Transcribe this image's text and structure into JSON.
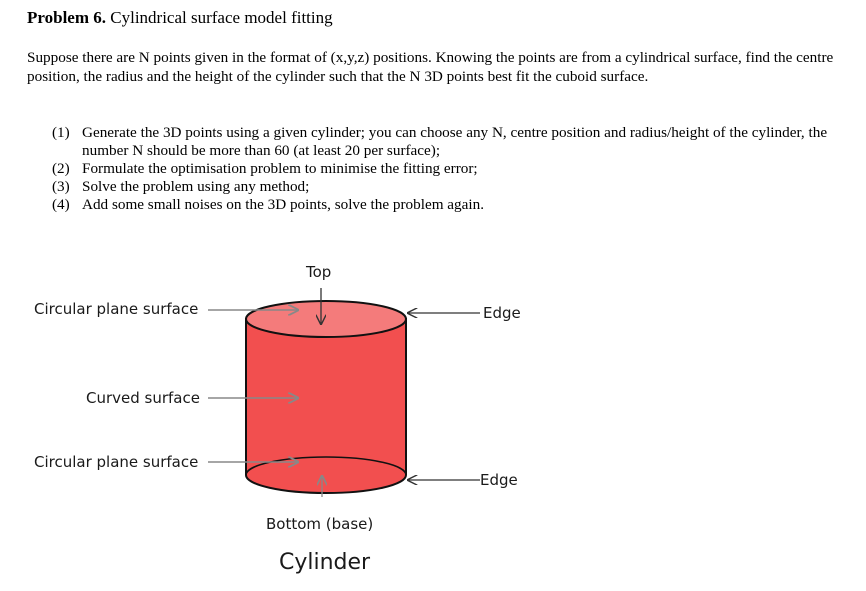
{
  "problem": {
    "number_label": "Problem 6.",
    "title": "Cylindrical surface model fitting"
  },
  "intro": "Suppose there are N points given in the format of (x,y,z) positions. Knowing the points are from a cylindrical surface, find the centre position, the radius and the height of the cylinder such that the N 3D points best fit the cuboid surface.",
  "steps": [
    {
      "num": "(1)",
      "text": "Generate the 3D points using a given cylinder; you can choose any N, centre position and radius/height of the cylinder, the number N should be more than 60 (at least 20 per surface);"
    },
    {
      "num": "(2)",
      "text": "Formulate the optimisation problem to minimise the fitting error;"
    },
    {
      "num": "(3)",
      "text": "Solve the problem using any method;"
    },
    {
      "num": "(4)",
      "text": "Add some small noises on the 3D points, solve the problem again."
    }
  ],
  "diagram": {
    "labels": {
      "top": "Top",
      "circular_top": "Circular plane surface",
      "curved": "Curved surface",
      "circular_bottom": "Circular plane surface",
      "edge_top": "Edge",
      "edge_bottom": "Edge",
      "bottom": "Bottom (base)",
      "caption": "Cylinder"
    },
    "colors": {
      "body_fill": "#f24f4f",
      "top_fill": "#f47b7b",
      "outline": "#111111",
      "pointer": "#888888"
    }
  }
}
